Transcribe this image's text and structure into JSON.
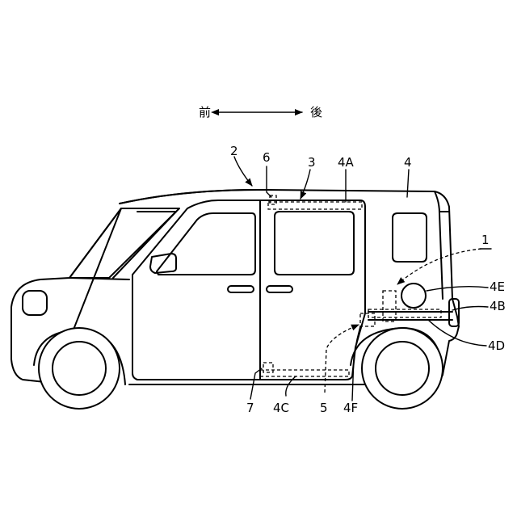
{
  "direction": {
    "front_label": "前",
    "rear_label": "後"
  },
  "reference_labels": {
    "label_1": "1",
    "label_2": "2",
    "label_3": "3",
    "label_4": "4",
    "label_4A": "4A",
    "label_4B": "4B",
    "label_4C": "4C",
    "label_4D": "4D",
    "label_4E": "4E",
    "label_4F": "4F",
    "label_5": "5",
    "label_6": "6",
    "label_7": "7"
  }
}
